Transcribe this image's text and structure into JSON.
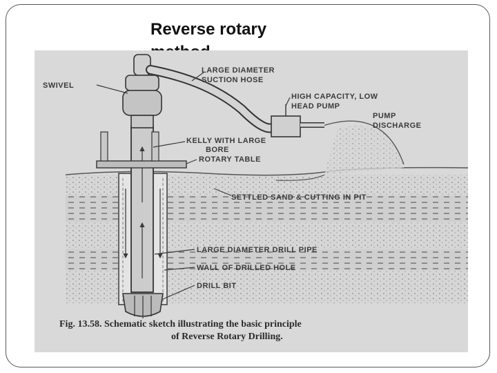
{
  "slide": {
    "title": "Reverse rotary method"
  },
  "figure": {
    "labels": {
      "swivel": "SWIVEL",
      "suction_hose_1": "LARGE DIAMETER",
      "suction_hose_2": "SUCTION HOSE",
      "pump_1": "HIGH CAPACITY, LOW",
      "pump_2": "HEAD PUMP",
      "discharge_1": "PUMP",
      "discharge_2": "DISCHARGE",
      "kelly_1": "KELLY WITH LARGE",
      "kelly_2": "BORE",
      "rotary_table": "ROTARY TABLE",
      "settled_sand": "SETTLED SAND & CUTTING IN PIT",
      "drill_pipe": "LARGE DIAMETER DRILL PIPE",
      "hole_wall": "WALL OF DRILLED HOLE",
      "drill_bit": "DRILL BIT"
    },
    "caption_1": "Fig. 13.58. Schematic sketch illustrating the basic principle",
    "caption_2": "of Reverse Rotary Drilling."
  }
}
